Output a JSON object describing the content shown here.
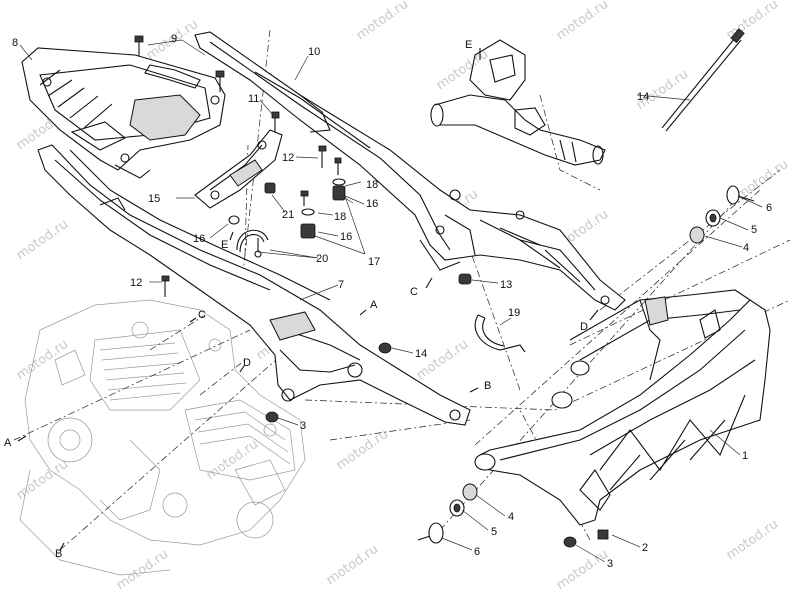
{
  "watermark": "motod.ru",
  "callouts": [
    {
      "id": "c1",
      "text": "1"
    },
    {
      "id": "c2",
      "text": "2"
    },
    {
      "id": "c3a",
      "text": "3"
    },
    {
      "id": "c3b",
      "text": "3"
    },
    {
      "id": "c4a",
      "text": "4"
    },
    {
      "id": "c4b",
      "text": "4"
    },
    {
      "id": "c5a",
      "text": "5"
    },
    {
      "id": "c5b",
      "text": "5"
    },
    {
      "id": "c6a",
      "text": "6"
    },
    {
      "id": "c6b",
      "text": "6"
    },
    {
      "id": "c7",
      "text": "7"
    },
    {
      "id": "c8",
      "text": "8"
    },
    {
      "id": "c9",
      "text": "9"
    },
    {
      "id": "c10",
      "text": "10"
    },
    {
      "id": "c11",
      "text": "11"
    },
    {
      "id": "c12a",
      "text": "12"
    },
    {
      "id": "c12b",
      "text": "12"
    },
    {
      "id": "c13",
      "text": "13"
    },
    {
      "id": "c14a",
      "text": "14"
    },
    {
      "id": "c14b",
      "text": "14"
    },
    {
      "id": "c15",
      "text": "15"
    },
    {
      "id": "c16a",
      "text": "16"
    },
    {
      "id": "c16b",
      "text": "16"
    },
    {
      "id": "c16c",
      "text": "16"
    },
    {
      "id": "c17",
      "text": "17"
    },
    {
      "id": "c18a",
      "text": "18"
    },
    {
      "id": "c18b",
      "text": "18"
    },
    {
      "id": "c19",
      "text": "19"
    },
    {
      "id": "c20",
      "text": "20"
    },
    {
      "id": "c21",
      "text": "21"
    }
  ],
  "refs": [
    {
      "id": "rA1",
      "text": "A"
    },
    {
      "id": "rA2",
      "text": "A"
    },
    {
      "id": "rB1",
      "text": "B"
    },
    {
      "id": "rB2",
      "text": "B"
    },
    {
      "id": "rC1",
      "text": "C"
    },
    {
      "id": "rC2",
      "text": "C"
    },
    {
      "id": "rD1",
      "text": "D"
    },
    {
      "id": "rD2",
      "text": "D"
    },
    {
      "id": "rE1",
      "text": "E"
    },
    {
      "id": "rE2",
      "text": "E"
    }
  ]
}
